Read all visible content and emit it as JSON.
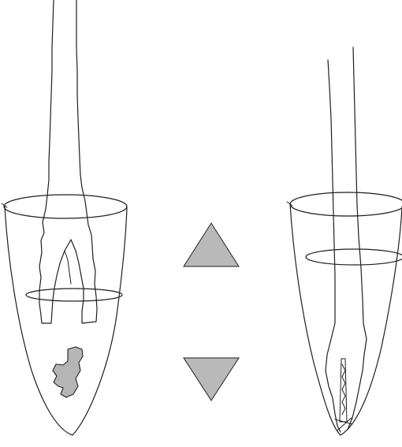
{
  "diagram": {
    "type": "line-illustration",
    "colors": {
      "ink": "#1f1f1f",
      "arrow_fill": "#b9b9b9",
      "fragment_fill": "#b5b5b5",
      "background": "#ffffff"
    },
    "panels": [
      {
        "id": "left",
        "contents": [
          "tube",
          "liquid-surface",
          "forked-root",
          "fragment"
        ]
      },
      {
        "id": "right",
        "contents": [
          "tube",
          "liquid-surface",
          "single-root",
          "tip-insert"
        ]
      }
    ],
    "center_icons": [
      "triangle-up-icon",
      "triangle-down-icon"
    ]
  }
}
